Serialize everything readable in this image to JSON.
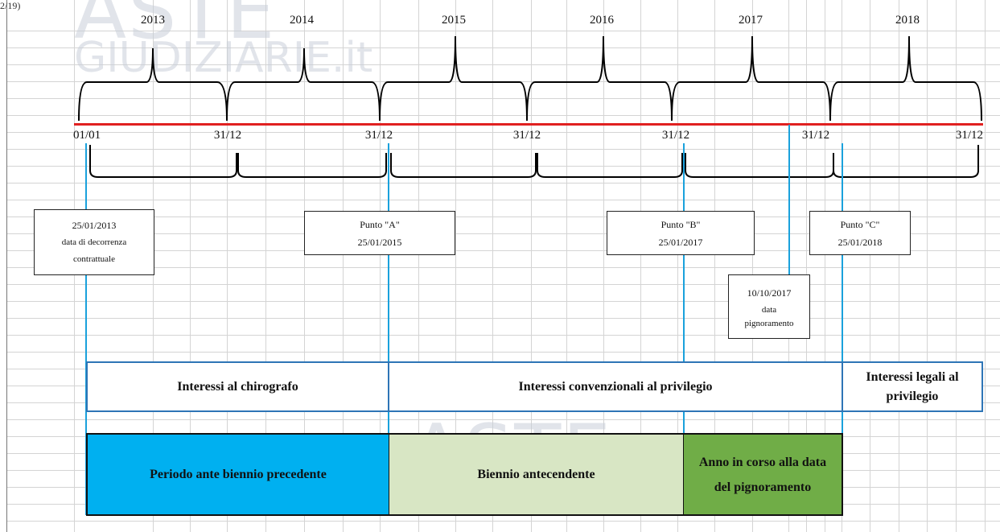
{
  "corner_text": "2/19)",
  "years": [
    "2013",
    "2014",
    "2015",
    "2016",
    "2017",
    "2018"
  ],
  "axis_dates": {
    "start": "01/01",
    "ends": [
      "31/12",
      "31/12",
      "31/12",
      "31/12",
      "31/12",
      "31/12"
    ]
  },
  "callouts": {
    "decorrenza": {
      "date": "25/01/2013",
      "line1": "data di decorrenza",
      "line2": "contrattuale"
    },
    "punto_a": {
      "title": "Punto \"A\"",
      "date": "25/01/2015"
    },
    "punto_b": {
      "title": "Punto \"B\"",
      "date": "25/01/2017"
    },
    "punto_c": {
      "title": "Punto \"C\"",
      "date": "25/01/2018"
    },
    "pignoramento": {
      "date": "10/10/2017",
      "line1": "data",
      "line2": "pignoramento"
    }
  },
  "interest_bands": {
    "chirografo": "Interessi al chirografo",
    "convenzionali": "Interessi convenzionali al privilegio",
    "legali": "Interessi legali al privilegio"
  },
  "periods": {
    "ante_biennio": {
      "label": "Periodo ante biennio precedente",
      "color": "#00b0f0"
    },
    "biennio": {
      "label": "Biennio antecendente",
      "color": "#d8e6c4"
    },
    "anno_corso": {
      "label": "Anno in corso alla data del pignoramento",
      "color": "#70ad47"
    }
  },
  "colors": {
    "timeline": "#e02020",
    "marker_lines": "#1aa1dc",
    "band_border": "#2e75b6"
  },
  "watermark": {
    "top_word": "ASTE",
    "bottom_word": "GIUDIZIARIE.it"
  }
}
